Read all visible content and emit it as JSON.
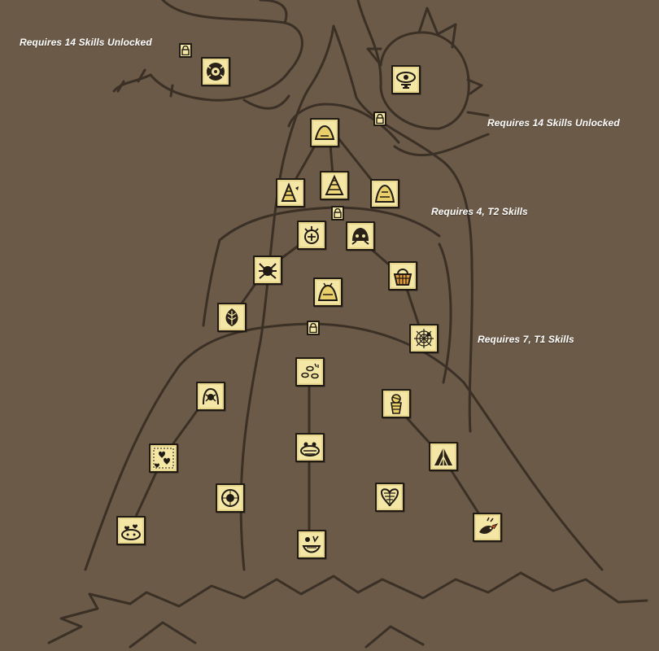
{
  "labels": {
    "top_left": "Requires 14 Skills Unlocked",
    "top_right": "Requires 14 Skills Unlocked",
    "tier2": "Requires 4, T2 Skills",
    "tier1": "Requires 7, T1 Skills"
  },
  "colors": {
    "background": "#6b5a47",
    "line": "#3b3026",
    "node_fill": "#f4e7a6",
    "node_border": "#201a14"
  },
  "skills": [
    {
      "name": "skill-shadow-eye-icon",
      "icon": "eye"
    },
    {
      "name": "skill-watcher-eye-icon",
      "icon": "eye"
    },
    {
      "name": "skill-mound-peak-icon",
      "icon": "mound"
    },
    {
      "name": "skill-mound-left-icon",
      "icon": "mound"
    },
    {
      "name": "skill-cone-icon",
      "icon": "cone"
    },
    {
      "name": "skill-mound-right-icon",
      "icon": "mound"
    },
    {
      "name": "skill-thorny-plant-icon",
      "icon": "plant"
    },
    {
      "name": "skill-spider-face-icon",
      "icon": "face"
    },
    {
      "name": "skill-spider-icon",
      "icon": "spider"
    },
    {
      "name": "skill-berry-basket-icon",
      "icon": "basket"
    },
    {
      "name": "skill-mound-center-icon",
      "icon": "mound"
    },
    {
      "name": "skill-dark-leaf-icon",
      "icon": "leaf"
    },
    {
      "name": "skill-web-icon",
      "icon": "web"
    },
    {
      "name": "skill-scatter-icon",
      "icon": "scatter"
    },
    {
      "name": "skill-arch-spider-icon",
      "icon": "arch"
    },
    {
      "name": "skill-mummy-icon",
      "icon": "mummy"
    },
    {
      "name": "skill-hearts-icon",
      "icon": "hearts"
    },
    {
      "name": "skill-nest-faces-icon",
      "icon": "nest"
    },
    {
      "name": "skill-tent-icon",
      "icon": "tent"
    },
    {
      "name": "skill-orb-icon",
      "icon": "orb"
    },
    {
      "name": "skill-heart-shield-icon",
      "icon": "heartshield"
    },
    {
      "name": "skill-heart-pile-icon",
      "icon": "heartpile"
    },
    {
      "name": "skill-grin-face-icon",
      "icon": "grin"
    },
    {
      "name": "skill-bird-icon",
      "icon": "bird"
    }
  ],
  "locks": [
    {
      "name": "lock-icon-top-left"
    },
    {
      "name": "lock-icon-top-right"
    },
    {
      "name": "lock-icon-tier2"
    },
    {
      "name": "lock-icon-tier1"
    }
  ]
}
